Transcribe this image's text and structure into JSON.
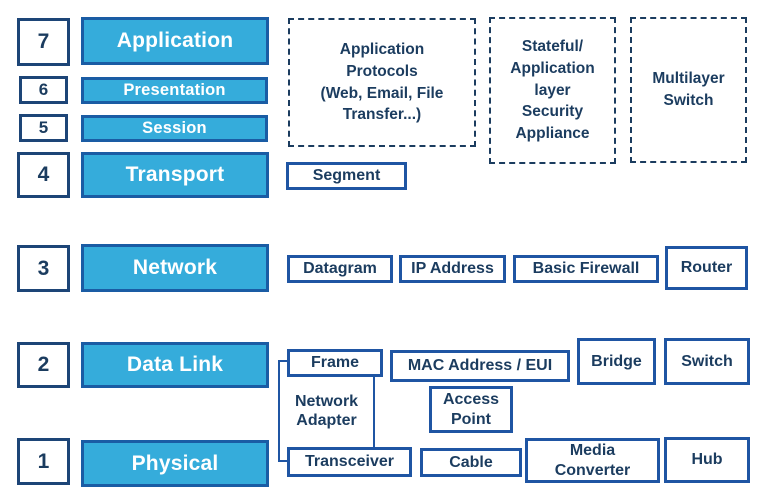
{
  "colors": {
    "cyan_fill": "#35ACDB",
    "cyan_border": "#1A5CA4",
    "solid_box_border": "#1F55A3",
    "number_box_border": "#1D4577",
    "text_navy": "#1B3C5F",
    "layer_label_text": "#FFFFFF",
    "background": "#FFFFFF"
  },
  "layers": [
    {
      "num": "7",
      "label": "Application"
    },
    {
      "num": "6",
      "label": "Presentation"
    },
    {
      "num": "5",
      "label": "Session"
    },
    {
      "num": "4",
      "label": "Transport"
    },
    {
      "num": "3",
      "label": "Network"
    },
    {
      "num": "2",
      "label": "Data Link"
    },
    {
      "num": "1",
      "label": "Physical"
    }
  ],
  "dashed_boxes": {
    "application_protocols": "Application\nProtocols\n(Web, Email, File\nTransfer...)",
    "stateful_security_appliance": "Stateful/\nApplication\nlayer\nSecurity\nAppliance",
    "multilayer_switch": "Multilayer\nSwitch"
  },
  "boxes": {
    "segment": "Segment",
    "datagram": "Datagram",
    "ip_address": "IP Address",
    "basic_firewall": "Basic Firewall",
    "router": "Router",
    "frame": "Frame",
    "mac_address": "MAC Address / EUI",
    "bridge": "Bridge",
    "switch": "Switch",
    "network_adapter": "Network\nAdapter",
    "access_point": "Access\nPoint",
    "transceiver": "Transceiver",
    "cable": "Cable",
    "media_converter": "Media\nConverter",
    "hub": "Hub"
  }
}
